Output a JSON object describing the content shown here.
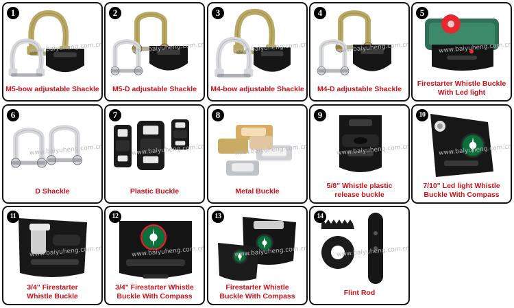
{
  "watermark": "www.baiyuheng.com.cn",
  "accent_color": "#d0101a",
  "products": [
    {
      "number": "1",
      "label": [
        "M5-bow adjustable Shackle"
      ],
      "icon": "bow-shackle-icon"
    },
    {
      "number": "2",
      "label": [
        "M5-D adjustable Shackle"
      ],
      "icon": "d-shackle-icon"
    },
    {
      "number": "3",
      "label": [
        "M4-bow adjustable Shackle"
      ],
      "icon": "bow-shackle-icon"
    },
    {
      "number": "4",
      "label": [
        "M4-D adjustable Shackle"
      ],
      "icon": "d-shackle-icon"
    },
    {
      "number": "5",
      "label": [
        "Firestarter Whistle Buckle",
        "With Led light"
      ],
      "icon": "led-buckle-icon"
    },
    {
      "number": "6",
      "label": [
        "D Shackle"
      ],
      "icon": "d-shackle-icon"
    },
    {
      "number": "7",
      "label": [
        "Plastic Buckle"
      ],
      "icon": "plastic-buckle-icon"
    },
    {
      "number": "8",
      "label": [
        "Metal Buckle"
      ],
      "icon": "metal-buckle-icon"
    },
    {
      "number": "9",
      "label": [
        "5/8\" Whistle plastic",
        "release buckle"
      ],
      "icon": "whistle-buckle-icon"
    },
    {
      "number": "10",
      "label": [
        "7/10\" Led light Whistle",
        "Buckle With Compass"
      ],
      "icon": "compass-buckle-icon"
    },
    {
      "number": "11",
      "label": [
        "3/4\" Firestarter",
        "Whistle Buckle"
      ],
      "icon": "firestarter-buckle-icon"
    },
    {
      "number": "12",
      "label": [
        "3/4\" Firestarter Whistle",
        "Buckle With Compass"
      ],
      "icon": "compass-buckle-icon"
    },
    {
      "number": "13",
      "label": [
        "Firestarter Whistle",
        "Buckle With Compass"
      ],
      "icon": "compass-buckle-icon"
    },
    {
      "number": "14",
      "label": [
        "Flint Rod"
      ],
      "icon": "flint-rod-icon"
    }
  ]
}
